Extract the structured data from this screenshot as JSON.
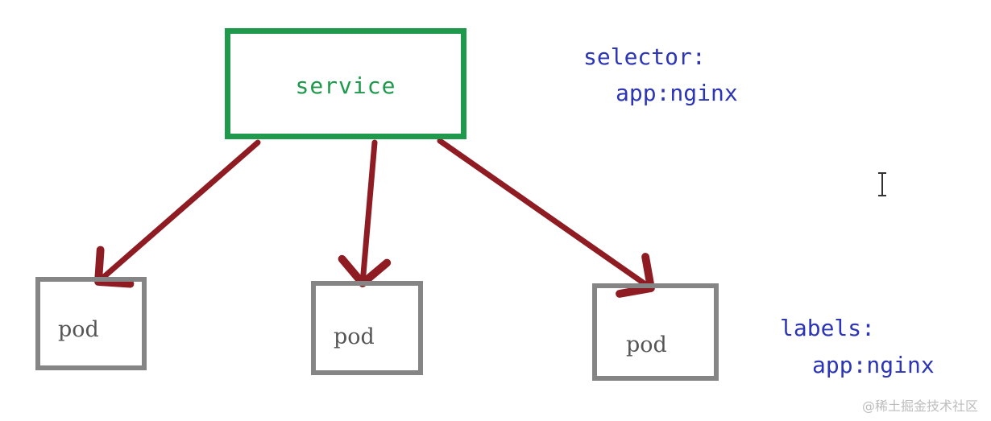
{
  "service": {
    "label": "service"
  },
  "selector": {
    "heading": "selector:",
    "value": "app:nginx"
  },
  "pods": [
    {
      "label": "pod"
    },
    {
      "label": "pod"
    },
    {
      "label": "pod"
    }
  ],
  "labels": {
    "heading": "labels:",
    "value": "app:nginx"
  },
  "watermark": "@稀土掘金技术社区",
  "colors": {
    "service": "#1f9a4c",
    "pod": "#858585",
    "arrow": "#8e1c22",
    "code": "#2b35b5"
  },
  "icons": {
    "cursor": "text-cursor-icon"
  }
}
